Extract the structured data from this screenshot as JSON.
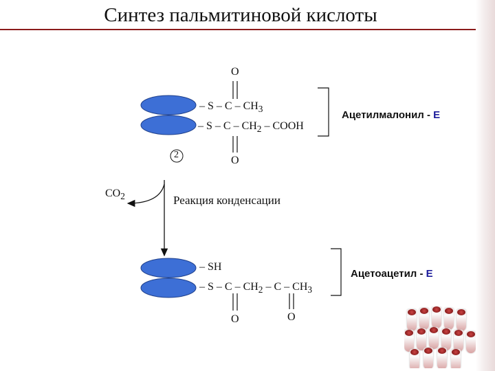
{
  "title": "Синтез пальмитиновой кислоты",
  "colors": {
    "enzyme_fill": "#3d6fd6",
    "accent_rule": "#8b1a1a",
    "name_e": "#1a1a9a"
  },
  "top_complex": {
    "o_top": "O",
    "line1": "–  S – C – CH",
    "line1_sub": "3",
    "line2": "– S – C – CH",
    "line2_sub": "2",
    "line2_tail": " – COOH",
    "o_bottom": "O",
    "step_number": "2",
    "name": "Ацетилмалонил - ",
    "name_e": "Е"
  },
  "co2": {
    "text": "CO",
    "sub": "2"
  },
  "reaction_label": "Реакция конденсации",
  "bottom_complex": {
    "line1": "–  SH",
    "line2": "– S – C – CH",
    "line2_sub": "2",
    "line2_tail": " – C – CH",
    "line2_tail_sub": "3",
    "o_left": "O",
    "o_right": "O",
    "name": "Ацетоацетил - ",
    "name_e": "Е"
  },
  "icons": [
    "enzyme-ellipse-icon",
    "arrow-down-icon",
    "arrow-curved-icon",
    "bracket-icon",
    "test-tubes-photo-icon"
  ]
}
